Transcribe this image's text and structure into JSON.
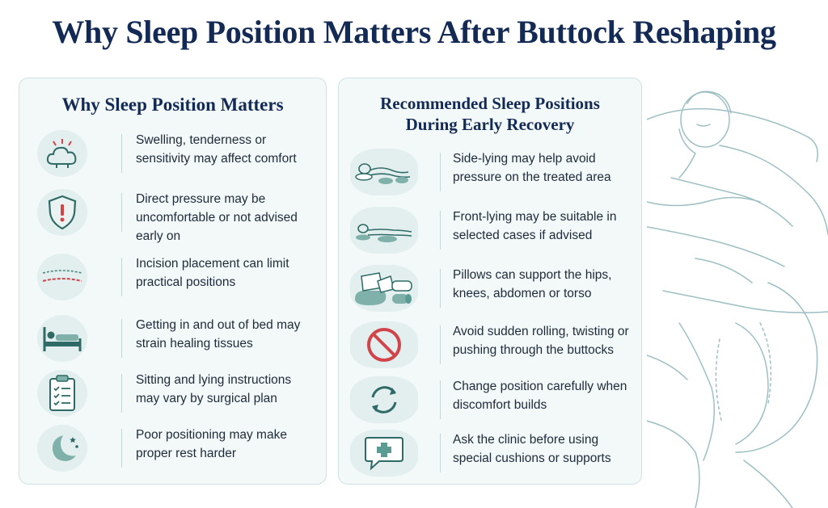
{
  "title": "Why Sleep Position Matters After Buttock Reshaping",
  "left_panel": {
    "title": "Why Sleep Position Matters",
    "items": [
      {
        "icon": "swelling-cloud-icon",
        "text": "Swelling, tenderness or sensitivity may affect comfort"
      },
      {
        "icon": "warning-shield-icon",
        "text": "Direct pressure may be uncomfortable or not advised early on"
      },
      {
        "icon": "incision-line-icon",
        "text": "Incision placement can limit practical positions"
      },
      {
        "icon": "bed-icon",
        "text": "Getting in and out of bed may strain healing tissues"
      },
      {
        "icon": "clipboard-checklist-icon",
        "text": "Sitting and lying instructions may vary by surgical plan"
      },
      {
        "icon": "moon-stars-icon",
        "text": "Poor positioning may make proper rest harder"
      }
    ]
  },
  "right_panel": {
    "title_line1": "Recommended Sleep Positions",
    "title_line2": "During Early Recovery",
    "items": [
      {
        "icon": "side-lying-icon",
        "text": "Side-lying may help avoid pressure on the treated area"
      },
      {
        "icon": "front-lying-icon",
        "text": "Front-lying may be suitable in selected cases if advised"
      },
      {
        "icon": "pillows-icon",
        "text": "Pillows can support the hips, knees, abdomen or torso"
      },
      {
        "icon": "prohibited-icon",
        "text": "Avoid sudden rolling, twisting or pushing through the buttocks"
      },
      {
        "icon": "rotate-arrows-icon",
        "text": "Change position carefully when discomfort builds"
      },
      {
        "icon": "medical-chat-icon",
        "text": "Ask the clinic before using special cushions or supports"
      }
    ]
  },
  "colors": {
    "title": "#132a55",
    "teal": "#5a9c94",
    "red": "#d0444a",
    "panel_bg": "#f3f8f8"
  }
}
